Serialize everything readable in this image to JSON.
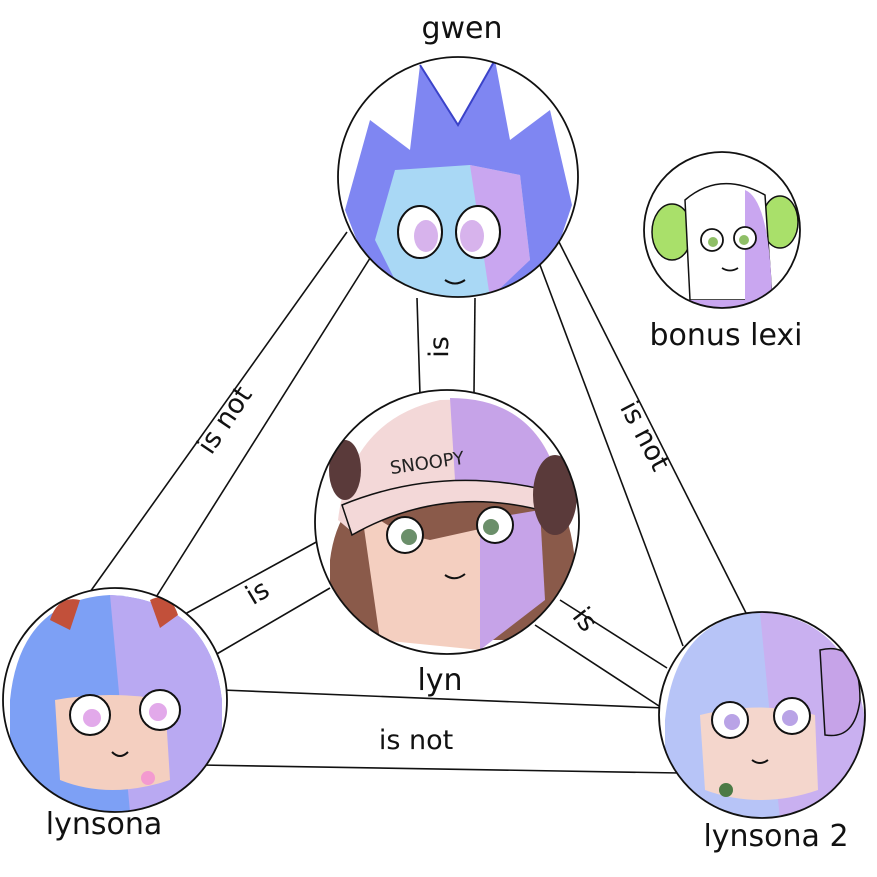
{
  "nodes": {
    "gwen": {
      "name": "gwen"
    },
    "lyn": {
      "name": "lyn"
    },
    "lynsona": {
      "name": "lynsona"
    },
    "lynsona2": {
      "name": "lynsona 2"
    },
    "lexi": {
      "name": "bonus lexi"
    }
  },
  "edges": {
    "gwen_lyn": "is",
    "gwen_lynsona": "is not",
    "gwen_lynsona2": "is not",
    "lyn_lynsona": "is",
    "lyn_lynsona2": "is",
    "lynsona_lynsona2": "is not"
  },
  "colors": {
    "gwen_main": "#7f86f2",
    "gwen_light": "#a9d8f5",
    "gwen_accent": "#c9a6f0",
    "lyn_cap": "#f3d8d8",
    "lyn_cap_shade": "#c6a3e8",
    "lyn_hair": "#8a5a4a",
    "lynsona_hair": "#7da0f5",
    "lynsona_horn": "#c2503a",
    "lynsona2_hair": "#b7c4f7",
    "lynsona2_horn": "#c6a3e8",
    "lexi_hair": "#ffffff",
    "lexi_ear": "#a9e06a",
    "lexi_shade": "#c9a6f0"
  }
}
